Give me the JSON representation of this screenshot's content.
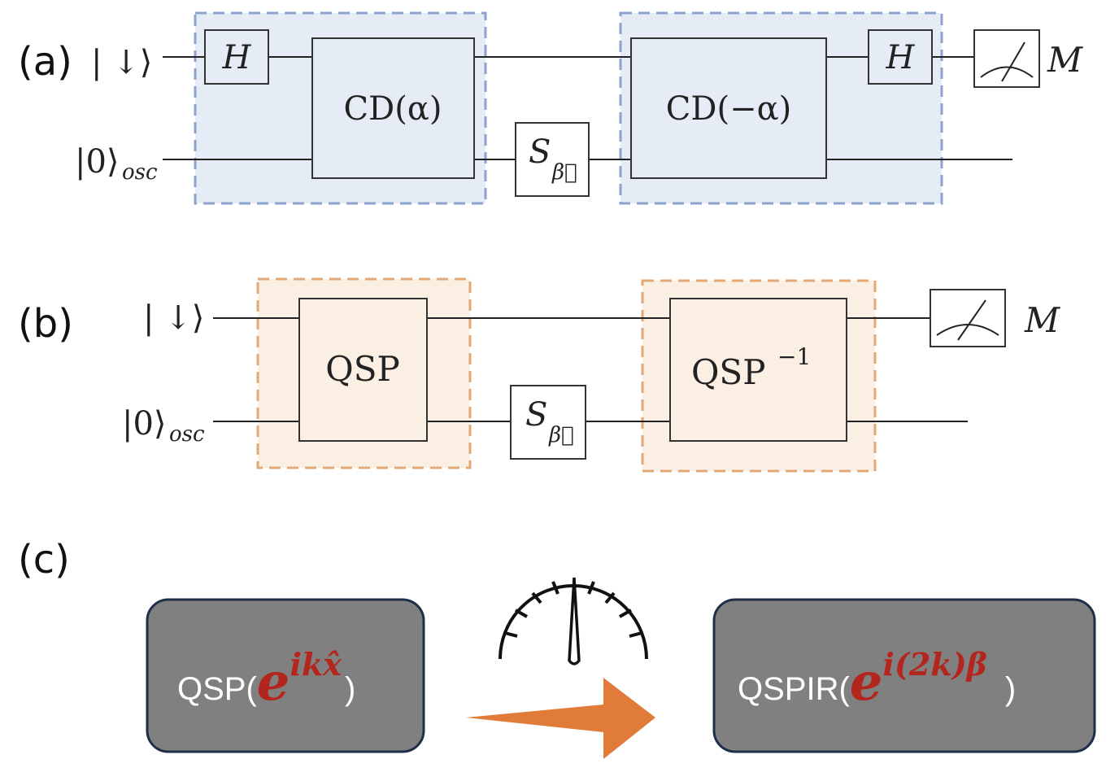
{
  "panels": {
    "a": {
      "label": "(a)",
      "qubit_state": "| ↓⟩",
      "osc_state": "|0⟩",
      "osc_sub": "osc",
      "h_gate": "H",
      "cd_gate": "CD(α)",
      "cd_inv_gate": "CD(−α)",
      "s_gate": "S",
      "s_sub": "β⃗",
      "measure_label": "M"
    },
    "b": {
      "label": "(b)",
      "qubit_state": "| ↓⟩",
      "osc_state": "|0⟩",
      "osc_sub": "osc",
      "qsp_gate": "QSP",
      "qsp_inv_gate": "QSP",
      "qsp_inv_sup": "−1",
      "s_gate": "S",
      "s_sub": "β⃗",
      "measure_label": "M"
    },
    "c": {
      "label": "(c)",
      "left_box": {
        "prefix": "QSP(",
        "base": "e",
        "exponent": "ikx̂",
        "suffix": ")"
      },
      "right_box": {
        "prefix": "QSPIR(",
        "base": "e",
        "exponent": "i(2k)β",
        "suffix": ")"
      }
    }
  },
  "icons": [
    "meter-icon",
    "gauge-icon",
    "arrow-right-icon"
  ],
  "colors": {
    "blue_block": "#e6ecf6",
    "orange_block": "#fbefe3",
    "dark_box": "#808080",
    "arrow": "#e07b39",
    "exponent_red": "#b3261e"
  }
}
